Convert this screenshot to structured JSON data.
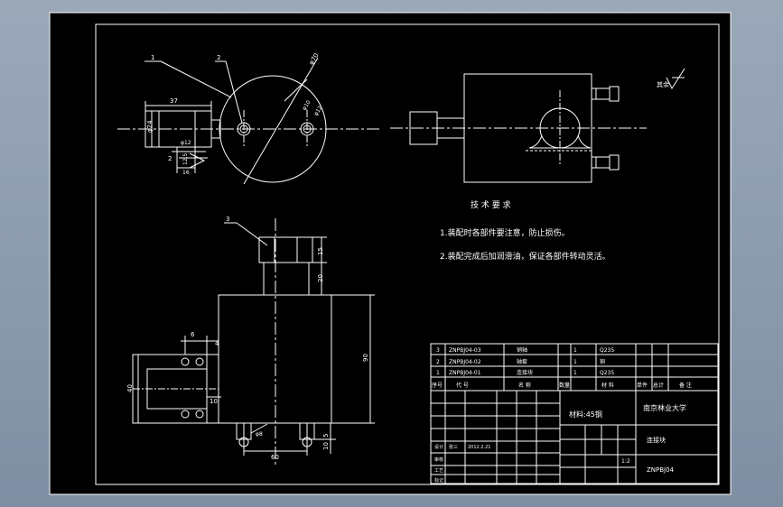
{
  "colors": {
    "background": "#8e9cae",
    "paper": "#000000",
    "line": "#ffffff"
  },
  "balloons": [
    "1",
    "2",
    "3"
  ],
  "dimensions": {
    "top_width": "37",
    "phi_left": "φ24",
    "phi_small": "φ12",
    "phi_big": "φ70",
    "phi_hole_a": "φ10",
    "phi_hole_b": "φ12",
    "small_2": "2",
    "small_45": "12.5",
    "small_16": "16",
    "front_15": "15",
    "front_20": "20",
    "front_90": "90",
    "front_40": "40",
    "front_6": "6",
    "front_10": "10",
    "front_60": "60",
    "front_5": "5",
    "front_10b": "10",
    "front_phi": "φ8",
    "front_4": "4"
  },
  "roughness_label": "其余",
  "tech_title": "技 术 要 求",
  "tech_notes": [
    "1.装配时各部件要注意，防止损伤。",
    "2.装配完成后加润滑油，保证各部件转动灵活。"
  ],
  "parts": [
    {
      "seq": "3",
      "code": "ZNPBJ04-03",
      "name": "销轴",
      "qty": "1",
      "mat": "Q235"
    },
    {
      "seq": "2",
      "code": "ZNPBJ04-02",
      "name": "轴套",
      "qty": "1",
      "mat": "铜"
    },
    {
      "seq": "1",
      "code": "ZNPBJ04-01",
      "name": "连接块",
      "qty": "1",
      "mat": "Q235"
    }
  ],
  "part_headers": [
    "序号",
    "代  号",
    "名  称",
    "数量",
    "材  料",
    "单件",
    "总计",
    "备  注"
  ],
  "title_block": {
    "material": "材料:45钢",
    "school": "南京林业大学",
    "part_name": "连接块",
    "drawing_no": "ZNPBJ04",
    "scale": "1:2",
    "row_labels": [
      "设计",
      "审核",
      "工艺",
      "标记"
    ],
    "design_date": "2012.2.21",
    "design_name": "张三"
  }
}
